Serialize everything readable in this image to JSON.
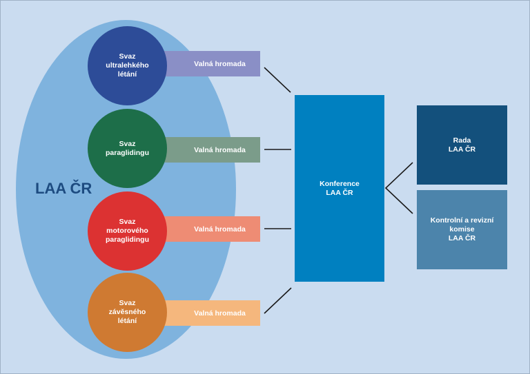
{
  "title": "LAA ČR",
  "unions": [
    {
      "name": "Svaz\nultralehkého\nlétání",
      "color": "#2d4c98",
      "assembly": "Valná hromada",
      "assembly_color": "#8a8fc6"
    },
    {
      "name": "Svaz\nparaglidingu",
      "color": "#1d6e49",
      "assembly": "Valná hromada",
      "assembly_color": "#7b9c8a"
    },
    {
      "name": "Svaz\nmotorového\nparaglidingu",
      "color": "#dc3232",
      "assembly": "Valná hromada",
      "assembly_color": "#ee8c74"
    },
    {
      "name": "Svaz\nzávěsného\nlétání",
      "color": "#cf7a32",
      "assembly": "Valná hromada",
      "assembly_color": "#f5b77d"
    }
  ],
  "conference": {
    "label": "Konference\nLAA ČR",
    "color": "#0080c0"
  },
  "council": {
    "label": "Rada\nLAA ČR",
    "color": "#13507c"
  },
  "audit": {
    "label": "Kontrolní a revizní\nkomise\nLAA ČR",
    "color": "#4c84ab"
  },
  "colors": {
    "background": "#cadcf0",
    "ellipse": "#7fb3de",
    "title": "#1d4b80",
    "connector": "#1a1a1a"
  }
}
